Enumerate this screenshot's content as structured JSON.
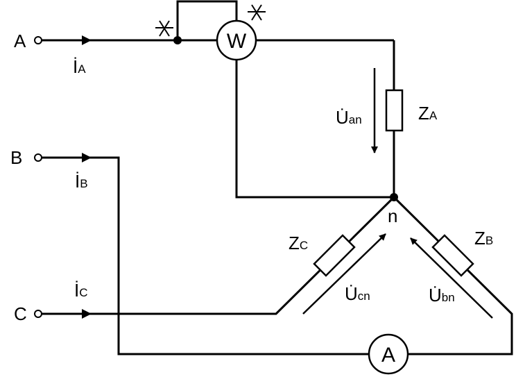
{
  "terminals": {
    "a": "A",
    "b": "B",
    "c": "C"
  },
  "currents": {
    "ia": {
      "main": "İ",
      "sub": "A"
    },
    "ib": {
      "main": "İ",
      "sub": "B"
    },
    "ic": {
      "main": "İ",
      "sub": "C"
    }
  },
  "voltages": {
    "uan": {
      "main": "U̇",
      "sub": "an"
    },
    "ucn": {
      "main": "U̇",
      "sub": "cn"
    },
    "ubn": {
      "main": "U̇",
      "sub": "bn"
    }
  },
  "impedances": {
    "za": {
      "main": "Z",
      "sub": "A"
    },
    "zb": {
      "main": "Z",
      "sub": "B"
    },
    "zc": {
      "main": "Z",
      "sub": "C"
    }
  },
  "node": "n",
  "wattmeter": "W",
  "ammeter": "A",
  "polarity_mark": "*"
}
